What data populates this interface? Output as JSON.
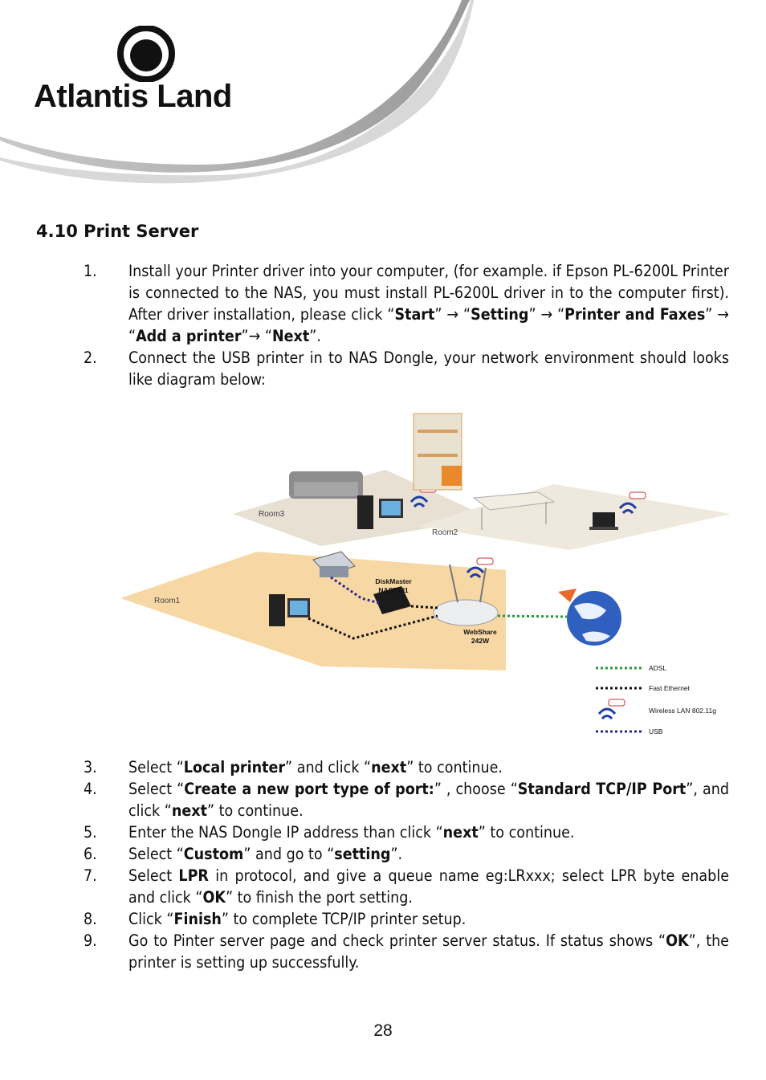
{
  "brand": {
    "name": "Atlantis Land"
  },
  "section": {
    "title": "4.10 Print Server"
  },
  "steps_part1": [
    {
      "num": "1.",
      "html": "Install your Printer driver into your computer, (for example. if Epson PL-6200L Printer is connected to the NAS, you must install PL-6200L driver in to the computer first). After driver installation, please click “<b>Start</b>” → “<b>Setting</b>” → “<b>Printer and Faxes</b>” → “<b>Add a printer</b>”→ “<b>Next</b>”."
    },
    {
      "num": "2.",
      "html": "Connect the USB printer in to NAS Dongle, your network environment should looks like diagram below:"
    }
  ],
  "diagram": {
    "rooms": [
      "Room3",
      "Room2",
      "Room1"
    ],
    "devices": {
      "nas_line1": "DiskMaster",
      "nas_line2": "NASF101",
      "router_line1": "WebShare",
      "router_line2": "242W"
    },
    "legend": [
      "ADSL",
      "Fast Ethernet",
      "Wireless LAN 802.11g",
      "USB"
    ],
    "colors": {
      "adsl": "#2a9a3a",
      "ethernet": "#111111",
      "wifi": "#1d3fa8",
      "usb": "#2b2a8a",
      "floor": "#f6d49a"
    }
  },
  "steps_part2": [
    {
      "num": "3.",
      "html": "Select “<b>Local printer</b>” and click “<b>next</b>” to continue."
    },
    {
      "num": "4.",
      "html": "Select “<b>Create a new port type of port:</b>” , choose “<b>Standard TCP/IP Port</b>”, and click “<b>next</b>” to continue."
    },
    {
      "num": "5.",
      "html": "Enter the NAS Dongle IP address than click “<b>next</b>” to continue."
    },
    {
      "num": "6.",
      "html": "Select “<b>Custom</b>” and go to “<b>setting</b>”."
    },
    {
      "num": "7.",
      "html": "Select <b>LPR</b> in protocol, and give a queue name eg:LRxxx; select LPR byte enable and  click “<b>OK</b>” to finish the port setting."
    },
    {
      "num": "8.",
      "html": "Click “<b>Finish</b>” to complete TCP/IP printer setup."
    },
    {
      "num": "9.",
      "html": "Go to Pinter server page and check printer server status. If status shows “<b>OK</b>”, the printer is setting up successfully."
    }
  ],
  "page_number": "28"
}
